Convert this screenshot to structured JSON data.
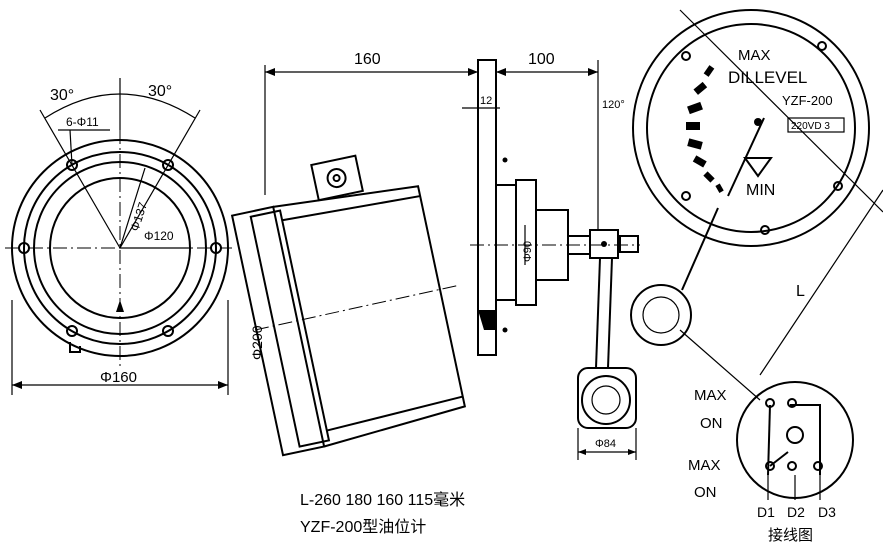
{
  "labels": {
    "angle_left": "30°",
    "angle_right": "30°",
    "holes": "6-Φ11",
    "dia_137": "Φ137",
    "dia_120": "Φ120",
    "dia_160": "Φ160",
    "dim_160": "160",
    "dim_100": "100",
    "dim_12": "12",
    "angle_120": "120°",
    "dia_200": "Φ200",
    "dia_90": "Φ90",
    "dia_84": "Φ84",
    "dim_L": "L",
    "dial_max": "MAX",
    "dial_brand": "DILLEVEL",
    "dial_model": "YZF-200",
    "dial_voltage": "220VD 3",
    "dial_min": "MIN",
    "wiring_max_on_1a": "MAX",
    "wiring_max_on_1b": "ON",
    "wiring_max_on_2a": "MAX",
    "wiring_max_on_2b": "ON",
    "terminal_d1": "D1",
    "terminal_d2": "D2",
    "terminal_d3": "D3",
    "wiring_title": "接线图",
    "caption_sizes": "L-260  180  160  115毫米",
    "caption_model": "YZF-200型油位计"
  }
}
